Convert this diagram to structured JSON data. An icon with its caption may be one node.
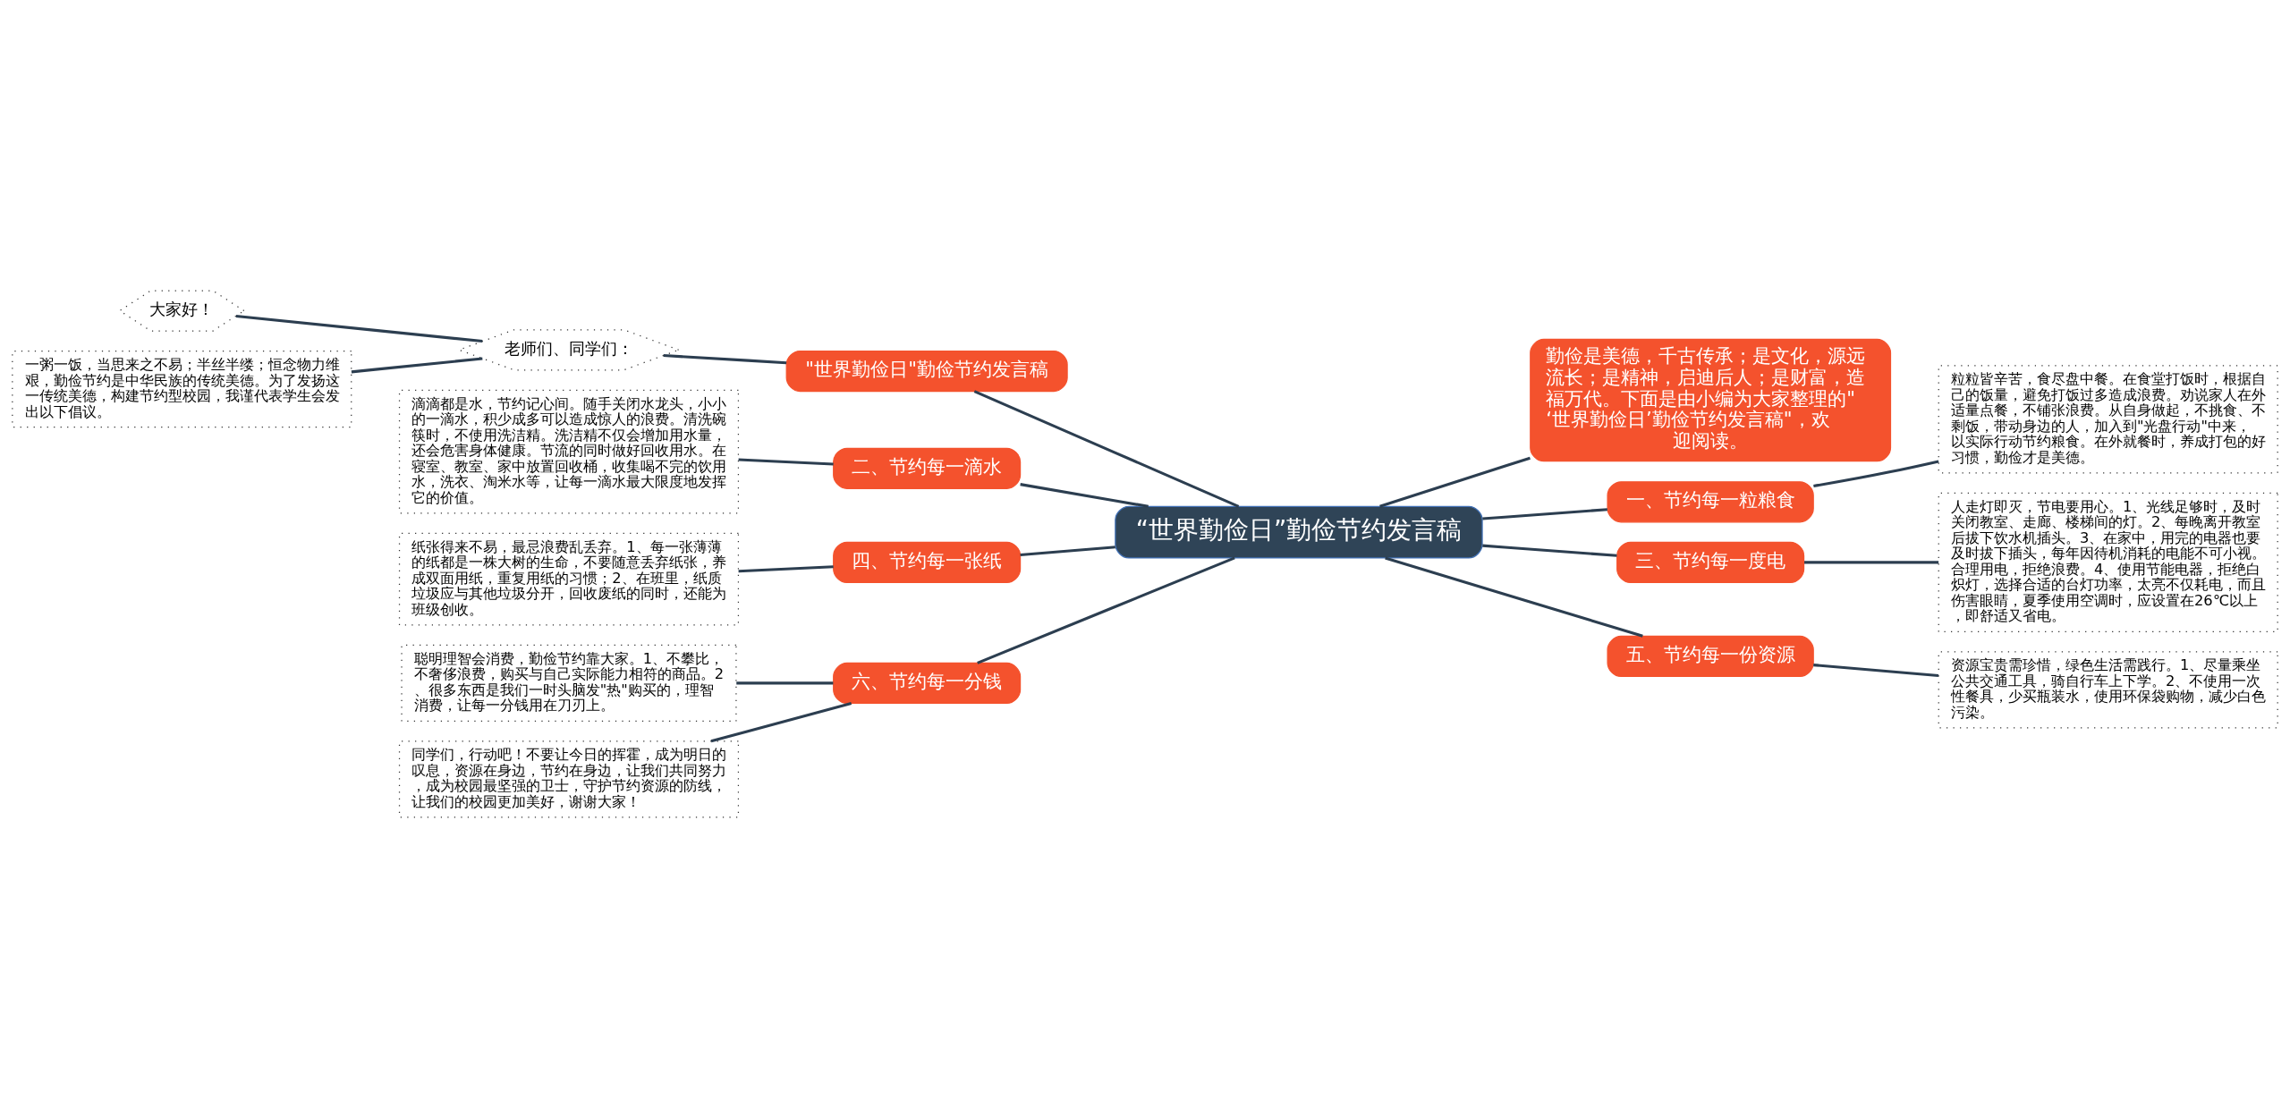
{
  "diagram": {
    "nodes": [
      {
        "text": [
          "“世界勤俭日”勤俭节约发言稿"
        ]
      },
      {
        "text": [
          "\"世界勤俭日\"勤俭节约发言稿"
        ]
      },
      {
        "text": [
          "老师们、同学们："
        ]
      },
      {
        "text": [
          "大家好！"
        ]
      },
      {
        "text": [
          "一粥一饭，当思来之不易；半丝半缕；恒念物力维艰，勤俭节约是中华民族的传统美德。为了发扬这一传统美德，构建节约型校园，我谨代表学生会发出以下倡议。"
        ]
      },
      {
        "text": [
          "二、节约每一滴水"
        ]
      },
      {
        "text": [
          "滴滴都是水，节约记心间。随手关闭水龙头，小小的一滴水，积少成多可以造成惊人的浪费。清洗碗筷时，不使用洗洁精。洗洁精不仅会增加用水量，还会危害身体健康。节流的同时做好回收用水。在寝室、教室、家中放置回收桶，收集喝不完的饮用水，洗衣、淘米水等，让每一滴水最大限度地发挥它的价值。"
        ]
      },
      {
        "text": [
          "四、节约每一张纸"
        ]
      },
      {
        "text": [
          "纸张得来不易，最忌浪费乱丢弃。1、每一张薄薄的纸都是一株大树的生命，不要随意丢弃纸张，养成双面用纸，重复用纸的习惯；2、在班里，纸质垃圾应与其他垃圾分开，回收废纸的同时，还能为班级创收。"
        ]
      },
      {
        "text": [
          "六、节约每一分钱"
        ]
      },
      {
        "text": [
          "聪明理智会消费，勤俭节约靠大家。1、不攀比，不奢侈浪费，购买与自己实际能力相符的商品。2、很多东西是我们一时头脑发\"热\"购买的，理智消费，让每一分钱用在刀刃上。"
        ]
      },
      {
        "text": [
          "同学们，行动吧！不要让今日的挥霍，成为明日的叹息，资源在身边，节约在身边，让我们共同努力，成为校园最坚强的卫士，守护节约资源的防线，让我们的校园更加美好，谢谢大家！"
        ]
      },
      {
        "text": [
          "勤俭是美德，千古传承；是文化，源远流长；是精神，启迪后人；是财富，造福万代。下面是由小编为大家整理的\"‘世界勤俭日’勤俭节约发言稿\"，欢迎阅读。"
        ]
      },
      {
        "text": [
          "一、节约每一粒粮食"
        ]
      },
      {
        "text": [
          "粒粒皆辛苦，食尽盘中餐。在食堂打饭时，根据自己的饭量，避免打饭过多造成浪费。劝说家人在外适量点餐，不铺张浪费。从自身做起，不挑食、不剩饭，带动身边的人，加入到\"光盘行动\"中来，以实际行动节约粮食。在外就餐时，养成打包的好习惯，勤俭才是美德。"
        ]
      },
      {
        "text": [
          "三、节约每一度电"
        ]
      },
      {
        "text": [
          "人走灯即灭，节电要用心。1、光线足够时，及时关闭教室、走廊、楼梯间的灯。2、每晚离开教室后拔下饮水机插头。3、在家中，用完的电器也要及时拔下插头，每年因待机消耗的电能不可小视。合理用电，拒绝浪费。4、使用节能电器，拒绝白炽灯，选择合适的台灯功率，太亮不仅耗电，而且伤害眼睛，夏季使用空调时，应设置在26℃以上，即舒适又省电。"
        ]
      },
      {
        "text": [
          "五、节约每一份资源"
        ]
      },
      {
        "text": [
          "资源宝贵需珍惜，绿色生活需践行。1、尽量乘坐公共交通工具，骑自行车上下学。2、不使用一次性餐具，少买瓶装水，使用环保袋购物，减少白色污染。"
        ]
      }
    ],
    "edges": [
      {
        "from": 0,
        "to": 1,
        "arrow": "none"
      },
      {
        "from": 1,
        "to": 2,
        "arrow": "none"
      },
      {
        "from": 2,
        "to": 3,
        "arrow": "none"
      },
      {
        "from": 2,
        "to": 4,
        "arrow": "none"
      },
      {
        "from": 0,
        "to": 5,
        "arrow": "none"
      },
      {
        "from": 5,
        "to": 6,
        "arrow": "none"
      },
      {
        "from": 0,
        "to": 7,
        "arrow": "none"
      },
      {
        "from": 7,
        "to": 8,
        "arrow": "none"
      },
      {
        "from": 0,
        "to": 9,
        "arrow": "none"
      },
      {
        "from": 9,
        "to": 10,
        "arrow": "none"
      },
      {
        "from": 9,
        "to": 11,
        "arrow": "none"
      },
      {
        "from": 0,
        "to": 12,
        "arrow": "none"
      },
      {
        "from": 0,
        "to": 13,
        "arrow": "none"
      },
      {
        "from": 13,
        "to": 14,
        "arrow": "none"
      },
      {
        "from": 0,
        "to": 15,
        "arrow": "none"
      },
      {
        "from": 15,
        "to": 16,
        "arrow": "none"
      },
      {
        "from": 0,
        "to": 17,
        "arrow": "none"
      },
      {
        "from": 17,
        "to": 18,
        "arrow": "none"
      }
    ]
  }
}
